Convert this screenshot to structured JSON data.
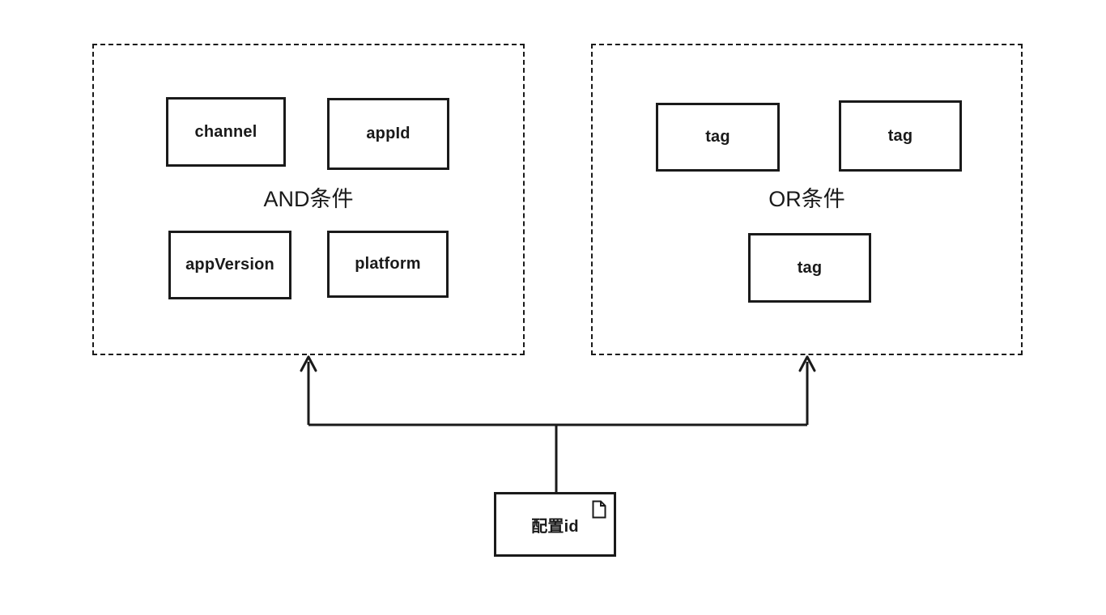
{
  "diagram": {
    "background_color": "#ffffff",
    "stroke_color": "#1a1a1a",
    "groups": [
      {
        "id": "and",
        "label": "AND条件",
        "border_style": "dashed",
        "nodes": [
          {
            "id": "channel",
            "label": "channel"
          },
          {
            "id": "appid",
            "label": "appId"
          },
          {
            "id": "appversion",
            "label": "appVersion"
          },
          {
            "id": "platform",
            "label": "platform"
          }
        ]
      },
      {
        "id": "or",
        "label": "OR条件",
        "border_style": "dashed",
        "nodes": [
          {
            "id": "tag-1",
            "label": "tag"
          },
          {
            "id": "tag-2",
            "label": "tag"
          },
          {
            "id": "tag-3",
            "label": "tag"
          }
        ]
      }
    ],
    "root_node": {
      "id": "config",
      "label": "配置id",
      "icon": "document-icon"
    },
    "connectors": [
      {
        "from": "config",
        "to": "and",
        "arrow": "up"
      },
      {
        "from": "config",
        "to": "or",
        "arrow": "up"
      }
    ]
  }
}
